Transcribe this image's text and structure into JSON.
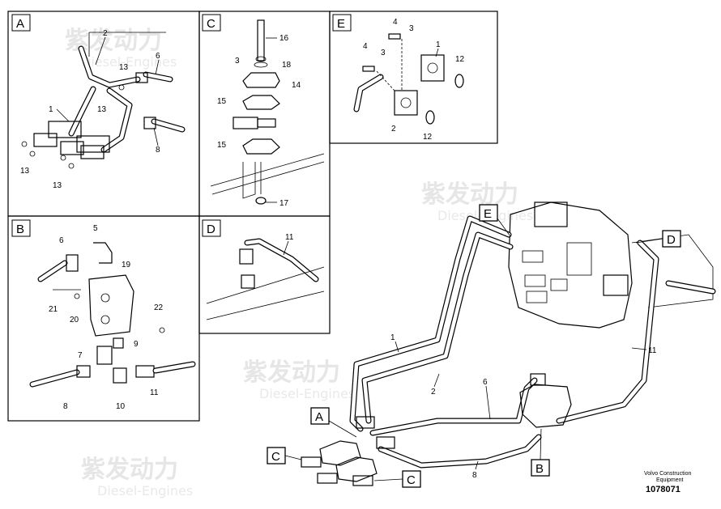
{
  "watermark": {
    "brand": "紫发动力",
    "sub": "Diesel-Engines"
  },
  "panels": {
    "A": {
      "title": "A",
      "parts": [
        "2",
        "6",
        "13",
        "1",
        "13",
        "8",
        "13",
        "13"
      ]
    },
    "B": {
      "title": "B",
      "parts": [
        "5",
        "6",
        "19",
        "21",
        "20",
        "22",
        "7",
        "9",
        "8",
        "10",
        "11"
      ]
    },
    "C": {
      "title": "C",
      "parts": [
        "16",
        "3",
        "18",
        "14",
        "15",
        "15",
        "17"
      ]
    },
    "D": {
      "title": "D",
      "parts": [
        "11"
      ]
    },
    "E": {
      "title": "E",
      "parts": [
        "4",
        "3",
        "1",
        "4",
        "3",
        "12",
        "2",
        "12"
      ]
    }
  },
  "main": {
    "callouts": [
      "E",
      "D",
      "A",
      "B",
      "C",
      "C"
    ],
    "parts": [
      "1",
      "2",
      "6",
      "8",
      "11"
    ]
  },
  "footer": {
    "line1": "Volvo Construction",
    "line2": "Equipment",
    "number": "1078071"
  }
}
